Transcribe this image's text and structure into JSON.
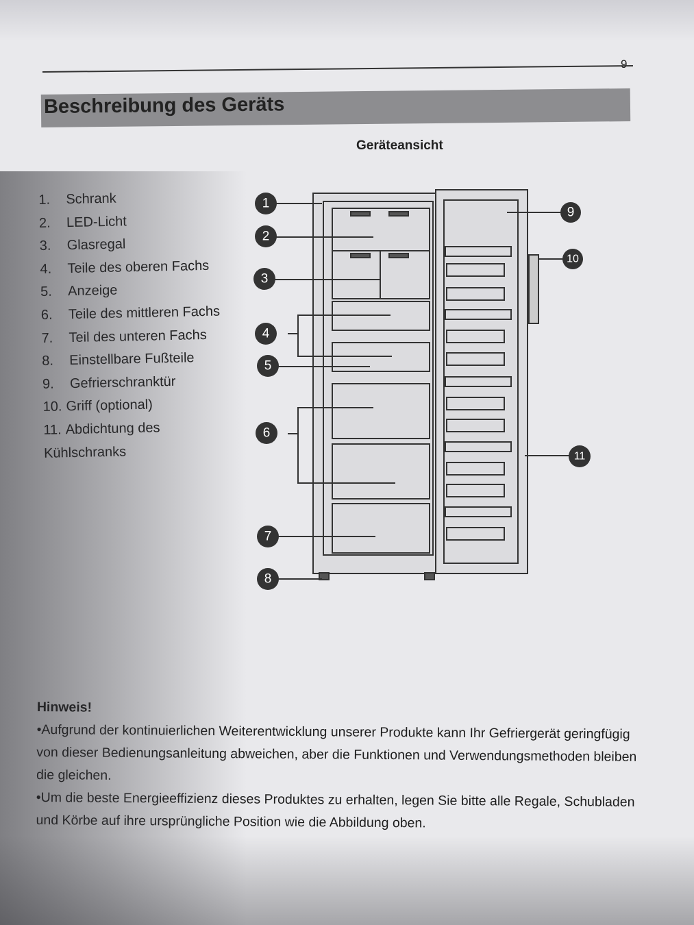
{
  "page_number": "9",
  "section_title": "Beschreibung des Geräts",
  "figure_title": "Geräteansicht",
  "parts": [
    {
      "num": "1.",
      "label": "Schrank"
    },
    {
      "num": "2.",
      "label": "LED-Licht"
    },
    {
      "num": "3.",
      "label": "Glasregal"
    },
    {
      "num": "4.",
      "label": "Teile des oberen Fachs"
    },
    {
      "num": "5.",
      "label": "Anzeige"
    },
    {
      "num": "6.",
      "label": "Teile des mittleren Fachs"
    },
    {
      "num": "7.",
      "label": "Teil des unteren Fachs"
    },
    {
      "num": "8.",
      "label": "Einstellbare Fußteile"
    },
    {
      "num": "9.",
      "label": "Gefrierschranktür"
    },
    {
      "num": "10.",
      "label": "Griff (optional)"
    },
    {
      "num": "11.",
      "label": "Abdichtung des"
    },
    {
      "num": "",
      "label": "Kühlschranks"
    }
  ],
  "callouts": [
    "1",
    "2",
    "3",
    "4",
    "5",
    "6",
    "7",
    "8",
    "9",
    "10",
    "11"
  ],
  "note": {
    "heading": "Hinweis!",
    "bullet1": "•Aufgrund der kontinuierlichen Weiterentwicklung unserer Produkte kann Ihr Gefriergerät geringfügig von dieser Bedienungsanleitung abweichen, aber die Funktionen und Verwendungsmethoden bleiben die gleichen.",
    "bullet2": "•Um die beste Energieeffizienz dieses Produktes zu erhalten, legen Sie bitte alle Regale, Schubladen und Körbe auf ihre ursprüngliche Position wie die Abbildung oben."
  }
}
